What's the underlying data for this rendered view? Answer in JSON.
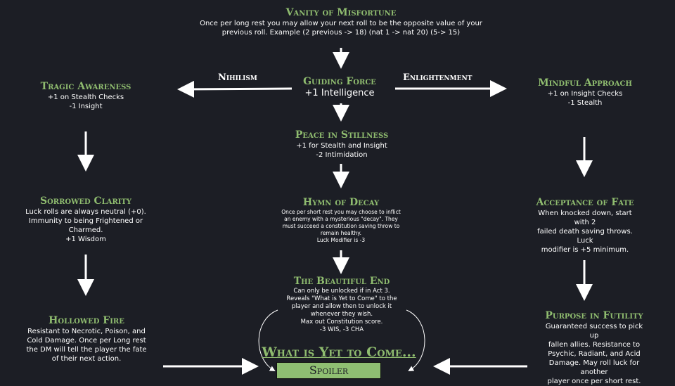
{
  "nodes": {
    "vanity": {
      "title": "Vanity of Misfortune",
      "desc": "Once per long rest you may allow your next roll to be the opposite value of your\nprevious roll. Example (2 previous -> 18) (nat 1 -> nat 20) (5-> 15)"
    },
    "guiding": {
      "title": "Guiding Force",
      "desc": "+1 Intelligence"
    },
    "tragic": {
      "title": "Tragic Awareness",
      "desc": "+1 on Stealth Checks\n-1 Insight"
    },
    "mindful": {
      "title": "Mindful Approach",
      "desc": "+1 on Insight Checks\n-1 Stealth"
    },
    "peace": {
      "title": "Peace in Stillness",
      "desc": "+1 for Stealth and Insight\n-2 Intimidation"
    },
    "sorrowed": {
      "title": "Sorrowed Clarity",
      "desc": "Luck rolls are always neutral (+0).\nImmunity to being Frightened or\nCharmed.\n+1 Wisdom"
    },
    "hymn": {
      "title": "Hymn of Decay",
      "desc": "Once per short rest you may choose to inflict\nan enemy with a mysterious \"decay\". They\nmust succeed a constitution saving throw to\nremain healthy.\nLuck Modifier is -3"
    },
    "acceptance": {
      "title": "Acceptance of Fate",
      "desc": "When knocked down, start with 2\nfailed death saving throws. Luck\nmodifier is +5 minimum."
    },
    "beautiful": {
      "title": "The Beautiful End",
      "desc": "Can only be unlocked if in Act 3.\nReveals \"What is Yet to Come\" to the\nplayer and allow then to unlock it\nwhenever they wish.\nMax out Constitution score.\n-3 WIS, -3 CHA"
    },
    "hollowed": {
      "title": "Hollowed Fire",
      "desc": "Resistant to Necrotic, Poison, and\nCold Damage. Once per Long rest\nthe DM will tell the player the fate\nof their next action."
    },
    "purpose": {
      "title": "Purpose in Futility",
      "desc": "Guaranteed success to pick up\nfallen allies. Resistance to\nPsychic, Radiant, and Acid\nDamage. May roll luck for another\nplayer once per short rest."
    }
  },
  "labels": {
    "nihilism": "Nihilism",
    "enlightenment": "Enlightenment"
  },
  "final": {
    "title": "What is Yet to Come...",
    "spoiler": "Spoiler"
  },
  "colors": {
    "background": "#1c1e25",
    "accent": "#8fbc6f",
    "spoiler": "#8fbf72"
  }
}
